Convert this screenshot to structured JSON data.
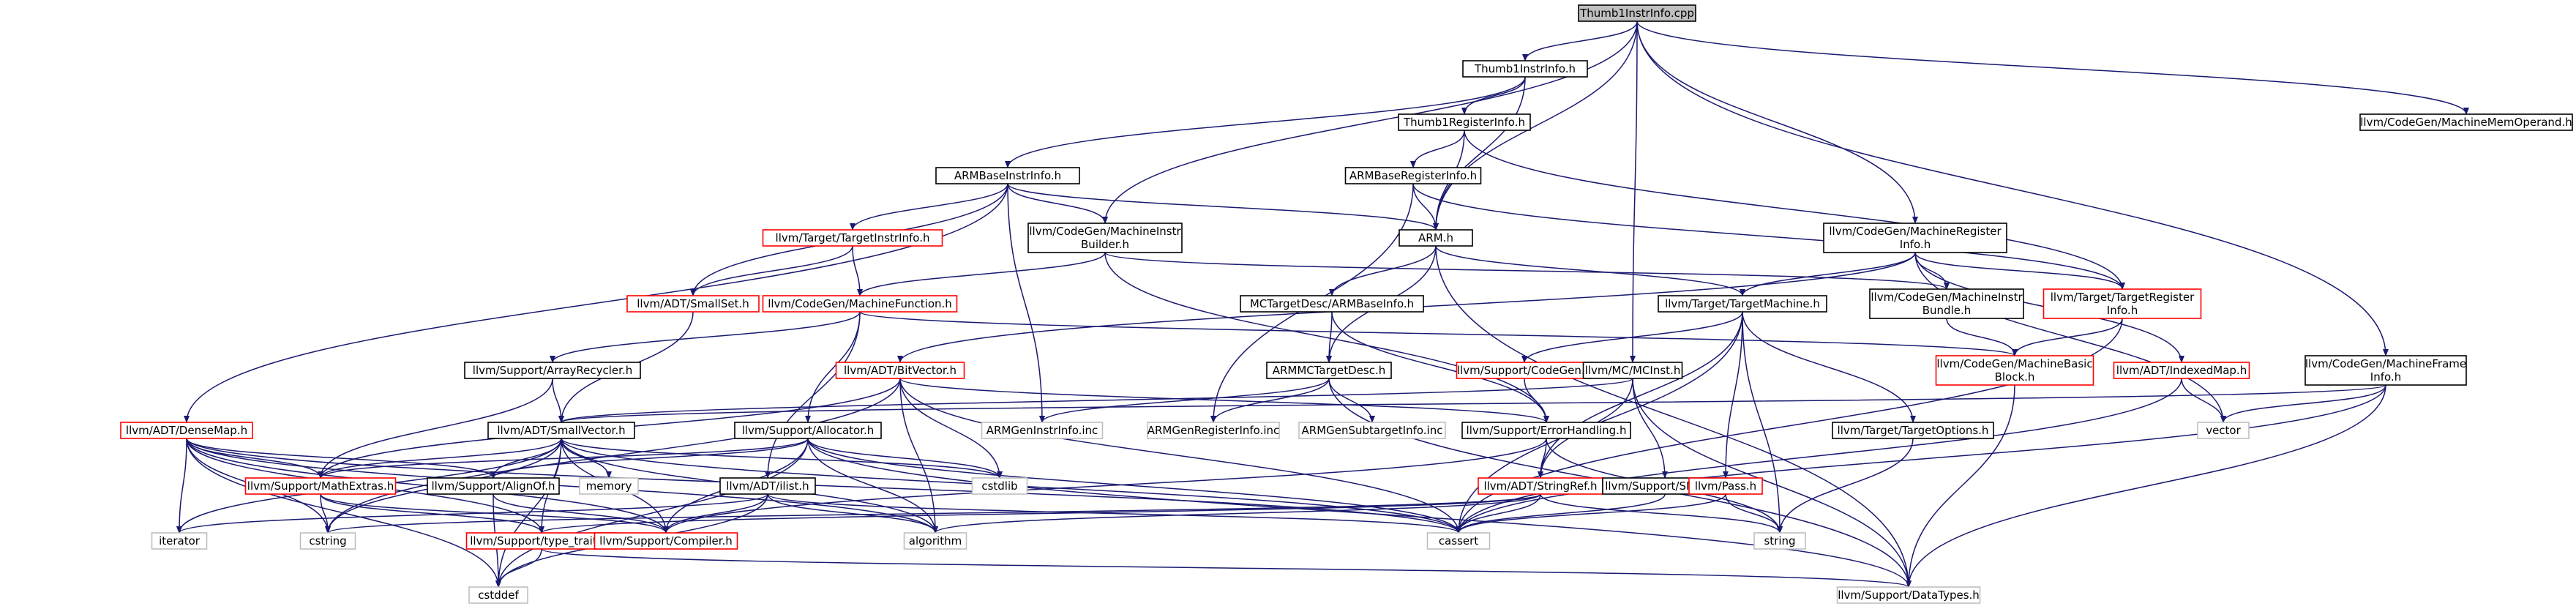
{
  "colors": {
    "edge": "#191970",
    "box_normal": "#000000",
    "box_truncated": "#ff0000",
    "box_system": "#bfbfbf",
    "root_fill": "#bfbfbf",
    "fill": "#ffffff"
  },
  "nodes": [
    {
      "id": "root",
      "lines": [
        "Thumb1InstrInfo.cpp"
      ],
      "kind": "root"
    },
    {
      "id": "thumb1h",
      "lines": [
        "Thumb1InstrInfo.h"
      ],
      "kind": "normal"
    },
    {
      "id": "machmemop",
      "lines": [
        "llvm/CodeGen/MachineMemOperand.h"
      ],
      "kind": "normal"
    },
    {
      "id": "thumb1reg",
      "lines": [
        "Thumb1RegisterInfo.h"
      ],
      "kind": "normal"
    },
    {
      "id": "armbaseinstr",
      "lines": [
        "ARMBaseInstrInfo.h"
      ],
      "kind": "normal"
    },
    {
      "id": "armbasereg",
      "lines": [
        "ARMBaseRegisterInfo.h"
      ],
      "kind": "normal"
    },
    {
      "id": "machreginfo",
      "lines": [
        "llvm/CodeGen/MachineRegister",
        "Info.h"
      ],
      "kind": "normal"
    },
    {
      "id": "targetinstr",
      "lines": [
        "llvm/Target/TargetInstrInfo.h"
      ],
      "kind": "truncated"
    },
    {
      "id": "machinstrbuilder",
      "lines": [
        "llvm/CodeGen/MachineInstr",
        "Builder.h"
      ],
      "kind": "normal"
    },
    {
      "id": "armh",
      "lines": [
        "ARM.h"
      ],
      "kind": "normal"
    },
    {
      "id": "smallset",
      "lines": [
        "llvm/ADT/SmallSet.h"
      ],
      "kind": "truncated"
    },
    {
      "id": "machfunc",
      "lines": [
        "llvm/CodeGen/MachineFunction.h"
      ],
      "kind": "truncated"
    },
    {
      "id": "mctargetarm",
      "lines": [
        "MCTargetDesc/ARMBaseInfo.h"
      ],
      "kind": "normal"
    },
    {
      "id": "targetmachine",
      "lines": [
        "llvm/Target/TargetMachine.h"
      ],
      "kind": "normal"
    },
    {
      "id": "machinstrbundle",
      "lines": [
        "llvm/CodeGen/MachineInstr",
        "Bundle.h"
      ],
      "kind": "normal"
    },
    {
      "id": "targetreginfo",
      "lines": [
        "llvm/Target/TargetRegister",
        "Info.h"
      ],
      "kind": "truncated"
    },
    {
      "id": "arrayrecycler",
      "lines": [
        "llvm/Support/ArrayRecycler.h"
      ],
      "kind": "normal"
    },
    {
      "id": "bitvector",
      "lines": [
        "llvm/ADT/BitVector.h"
      ],
      "kind": "truncated"
    },
    {
      "id": "armmctd",
      "lines": [
        "ARMMCTargetDesc.h"
      ],
      "kind": "normal"
    },
    {
      "id": "codegenh",
      "lines": [
        "llvm/Support/CodeGen.h"
      ],
      "kind": "truncated"
    },
    {
      "id": "mcinst",
      "lines": [
        "llvm/MC/MCInst.h"
      ],
      "kind": "normal"
    },
    {
      "id": "machbb",
      "lines": [
        "llvm/CodeGen/MachineBasic",
        "Block.h"
      ],
      "kind": "truncated"
    },
    {
      "id": "indexedmap",
      "lines": [
        "llvm/ADT/IndexedMap.h"
      ],
      "kind": "truncated"
    },
    {
      "id": "machframe",
      "lines": [
        "llvm/CodeGen/MachineFrame",
        "Info.h"
      ],
      "kind": "normal"
    },
    {
      "id": "densemap",
      "lines": [
        "llvm/ADT/DenseMap.h"
      ],
      "kind": "truncated"
    },
    {
      "id": "smallvector",
      "lines": [
        "llvm/ADT/SmallVector.h"
      ],
      "kind": "normal"
    },
    {
      "id": "allocator",
      "lines": [
        "llvm/Support/Allocator.h"
      ],
      "kind": "normal"
    },
    {
      "id": "armgeninstr",
      "lines": [
        "ARMGenInstrInfo.inc"
      ],
      "kind": "system"
    },
    {
      "id": "armgenreg",
      "lines": [
        "ARMGenRegisterInfo.inc"
      ],
      "kind": "system"
    },
    {
      "id": "armgensubtarget",
      "lines": [
        "ARMGenSubtargetInfo.inc"
      ],
      "kind": "system"
    },
    {
      "id": "errorhandling",
      "lines": [
        "llvm/Support/ErrorHandling.h"
      ],
      "kind": "normal"
    },
    {
      "id": "targetoptions",
      "lines": [
        "llvm/Target/TargetOptions.h"
      ],
      "kind": "normal"
    },
    {
      "id": "vector",
      "lines": [
        "vector"
      ],
      "kind": "system"
    },
    {
      "id": "mathextras",
      "lines": [
        "llvm/Support/MathExtras.h"
      ],
      "kind": "truncated"
    },
    {
      "id": "alignof",
      "lines": [
        "llvm/Support/AlignOf.h"
      ],
      "kind": "normal"
    },
    {
      "id": "memory",
      "lines": [
        "memory"
      ],
      "kind": "system"
    },
    {
      "id": "cstdlib",
      "lines": [
        "cstdlib"
      ],
      "kind": "system"
    },
    {
      "id": "ilist",
      "lines": [
        "llvm/ADT/ilist.h"
      ],
      "kind": "normal"
    },
    {
      "id": "stringref",
      "lines": [
        "llvm/ADT/StringRef.h"
      ],
      "kind": "truncated"
    },
    {
      "id": "smloc",
      "lines": [
        "llvm/Support/SMLoc.h"
      ],
      "kind": "normal"
    },
    {
      "id": "passh",
      "lines": [
        "llvm/Pass.h"
      ],
      "kind": "truncated"
    },
    {
      "id": "iterator",
      "lines": [
        "iterator"
      ],
      "kind": "system"
    },
    {
      "id": "cstring",
      "lines": [
        "cstring"
      ],
      "kind": "system"
    },
    {
      "id": "typetraits",
      "lines": [
        "llvm/Support/type_traits.h"
      ],
      "kind": "truncated"
    },
    {
      "id": "compiler",
      "lines": [
        "llvm/Support/Compiler.h"
      ],
      "kind": "truncated"
    },
    {
      "id": "algorithm",
      "lines": [
        "algorithm"
      ],
      "kind": "system"
    },
    {
      "id": "cassert",
      "lines": [
        "cassert"
      ],
      "kind": "system"
    },
    {
      "id": "string",
      "lines": [
        "string"
      ],
      "kind": "system"
    },
    {
      "id": "cstddef",
      "lines": [
        "cstddef"
      ],
      "kind": "system"
    },
    {
      "id": "datatypes",
      "lines": [
        "llvm/Support/DataTypes.h"
      ],
      "kind": "system"
    }
  ],
  "edges": [
    [
      "root",
      "thumb1h"
    ],
    [
      "root",
      "machmemop"
    ],
    [
      "root",
      "machreginfo"
    ],
    [
      "root",
      "machinstrbuilder"
    ],
    [
      "root",
      "armh"
    ],
    [
      "root",
      "mcinst"
    ],
    [
      "root",
      "machframe"
    ],
    [
      "thumb1h",
      "thumb1reg"
    ],
    [
      "thumb1h",
      "armbaseinstr"
    ],
    [
      "thumb1h",
      "armh"
    ],
    [
      "thumb1reg",
      "armbasereg"
    ],
    [
      "thumb1reg",
      "armh"
    ],
    [
      "thumb1reg",
      "targetreginfo"
    ],
    [
      "armbaseinstr",
      "targetinstr"
    ],
    [
      "armbaseinstr",
      "machinstrbuilder"
    ],
    [
      "armbaseinstr",
      "armh"
    ],
    [
      "armbaseinstr",
      "smallset"
    ],
    [
      "armbaseinstr",
      "densemap"
    ],
    [
      "armbaseinstr",
      "armgeninstr"
    ],
    [
      "armbasereg",
      "armh"
    ],
    [
      "armbasereg",
      "targetreginfo"
    ],
    [
      "armbasereg",
      "armgenreg"
    ],
    [
      "targetinstr",
      "smallset"
    ],
    [
      "targetinstr",
      "machfunc"
    ],
    [
      "machinstrbuilder",
      "machfunc"
    ],
    [
      "machinstrbuilder",
      "machinstrbundle"
    ],
    [
      "machinstrbuilder",
      "errorhandling"
    ],
    [
      "armh",
      "mctargetarm"
    ],
    [
      "armh",
      "armmctd"
    ],
    [
      "armh",
      "targetmachine"
    ],
    [
      "armh",
      "datatypes"
    ],
    [
      "machreginfo",
      "targetmachine"
    ],
    [
      "machreginfo",
      "machinstrbundle"
    ],
    [
      "machreginfo",
      "targetreginfo"
    ],
    [
      "machreginfo",
      "indexedmap"
    ],
    [
      "machreginfo",
      "bitvector"
    ],
    [
      "machreginfo",
      "vector"
    ],
    [
      "smallset",
      "smallvector"
    ],
    [
      "machfunc",
      "arrayrecycler"
    ],
    [
      "machfunc",
      "allocator"
    ],
    [
      "machfunc",
      "machbb"
    ],
    [
      "machfunc",
      "ilist"
    ],
    [
      "mctargetarm",
      "armmctd"
    ],
    [
      "mctargetarm",
      "errorhandling"
    ],
    [
      "targetmachine",
      "codegenh"
    ],
    [
      "targetmachine",
      "targetoptions"
    ],
    [
      "targetmachine",
      "passh"
    ],
    [
      "targetmachine",
      "stringref"
    ],
    [
      "targetmachine",
      "cassert"
    ],
    [
      "targetmachine",
      "string"
    ],
    [
      "machinstrbundle",
      "machbb"
    ],
    [
      "targetreginfo",
      "machbb"
    ],
    [
      "targetreginfo",
      "cassert"
    ],
    [
      "arrayrecycler",
      "smallvector"
    ],
    [
      "arrayrecycler",
      "mathextras"
    ],
    [
      "bitvector",
      "mathextras"
    ],
    [
      "bitvector",
      "errorhandling"
    ],
    [
      "bitvector",
      "algorithm"
    ],
    [
      "bitvector",
      "cassert"
    ],
    [
      "bitvector",
      "cstdlib"
    ],
    [
      "bitvector",
      "cstring"
    ],
    [
      "armmctd",
      "armgeninstr"
    ],
    [
      "armmctd",
      "armgenreg"
    ],
    [
      "armmctd",
      "armgensubtarget"
    ],
    [
      "armmctd",
      "datatypes"
    ],
    [
      "codegenh",
      "errorhandling"
    ],
    [
      "mcinst",
      "smallvector"
    ],
    [
      "mcinst",
      "stringref"
    ],
    [
      "mcinst",
      "smloc"
    ],
    [
      "mcinst",
      "datatypes"
    ],
    [
      "machbb",
      "datatypes"
    ],
    [
      "indexedmap",
      "vector"
    ],
    [
      "indexedmap",
      "cassert"
    ],
    [
      "machframe",
      "smallvector"
    ],
    [
      "machframe",
      "vector"
    ],
    [
      "machframe",
      "datatypes"
    ],
    [
      "machframe",
      "cassert"
    ],
    [
      "densemap",
      "mathextras"
    ],
    [
      "densemap",
      "alignof"
    ],
    [
      "densemap",
      "typetraits"
    ],
    [
      "densemap",
      "compiler"
    ],
    [
      "densemap",
      "algorithm"
    ],
    [
      "densemap",
      "cassert"
    ],
    [
      "densemap",
      "iterator"
    ],
    [
      "densemap",
      "cstring"
    ],
    [
      "densemap",
      "cstddef"
    ],
    [
      "smallvector",
      "alignof"
    ],
    [
      "smallvector",
      "mathextras"
    ],
    [
      "smallvector",
      "typetraits"
    ],
    [
      "smallvector",
      "compiler"
    ],
    [
      "smallvector",
      "memory"
    ],
    [
      "smallvector",
      "cstdlib"
    ],
    [
      "smallvector",
      "algorithm"
    ],
    [
      "smallvector",
      "cassert"
    ],
    [
      "smallvector",
      "iterator"
    ],
    [
      "smallvector",
      "cstring"
    ],
    [
      "smallvector",
      "cstddef"
    ],
    [
      "allocator",
      "alignof"
    ],
    [
      "allocator",
      "mathextras"
    ],
    [
      "allocator",
      "compiler"
    ],
    [
      "allocator",
      "datatypes"
    ],
    [
      "allocator",
      "algorithm"
    ],
    [
      "allocator",
      "cassert"
    ],
    [
      "allocator",
      "cstdlib"
    ],
    [
      "allocator",
      "cstddef"
    ],
    [
      "errorhandling",
      "stringref"
    ],
    [
      "errorhandling",
      "compiler"
    ],
    [
      "errorhandling",
      "string"
    ],
    [
      "targetoptions",
      "string"
    ],
    [
      "alignof",
      "compiler"
    ],
    [
      "alignof",
      "cstddef"
    ],
    [
      "mathextras",
      "compiler"
    ],
    [
      "mathextras",
      "typetraits"
    ],
    [
      "mathextras",
      "cstring"
    ],
    [
      "ilist",
      "compiler"
    ],
    [
      "ilist",
      "algorithm"
    ],
    [
      "ilist",
      "cassert"
    ],
    [
      "ilist",
      "cstddef"
    ],
    [
      "ilist",
      "iterator"
    ],
    [
      "stringref",
      "typetraits"
    ],
    [
      "stringref",
      "algorithm"
    ],
    [
      "stringref",
      "cassert"
    ],
    [
      "stringref",
      "cstring"
    ],
    [
      "stringref",
      "string"
    ],
    [
      "smloc",
      "cassert"
    ],
    [
      "passh",
      "string"
    ],
    [
      "passh",
      "cassert"
    ],
    [
      "typetraits",
      "cstddef"
    ],
    [
      "typetraits",
      "datatypes"
    ]
  ]
}
